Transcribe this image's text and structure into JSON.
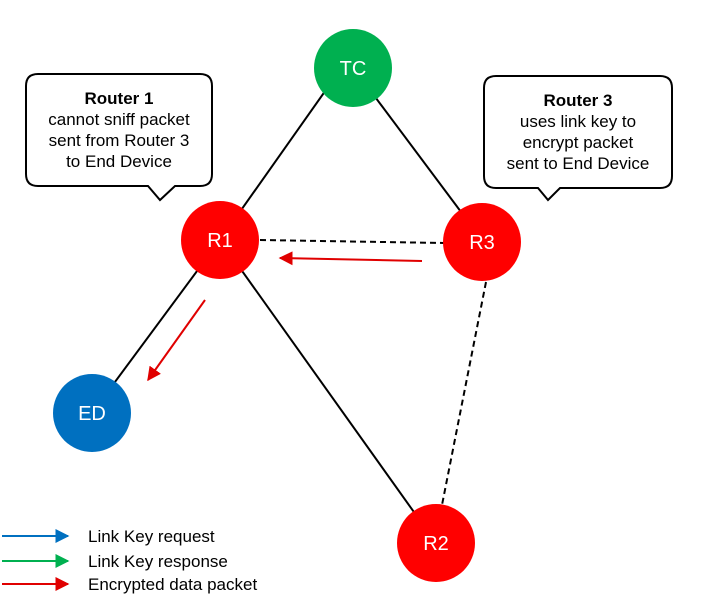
{
  "colors": {
    "red_node": "#ff0000",
    "green_node": "#00b050",
    "blue_node": "#0070c0",
    "link_line": "#000000",
    "encrypted_arrow": "#e00000",
    "request_arrow": "#0070c0",
    "response_arrow": "#00b050"
  },
  "nodes": {
    "tc": "TC",
    "r1": "R1",
    "r2": "R2",
    "r3": "R3",
    "ed": "ED"
  },
  "callouts": {
    "router1": {
      "title": "Router 1",
      "lines": [
        "cannot sniff packet",
        "sent from Router 3",
        "to End Device"
      ]
    },
    "router3": {
      "title": "Router 3",
      "lines": [
        "uses link key to",
        "encrypt packet",
        "sent to End Device"
      ]
    }
  },
  "legend": {
    "link_key_request": "Link Key request",
    "link_key_response": "Link Key response",
    "encrypted_data_packet": "Encrypted data packet"
  }
}
